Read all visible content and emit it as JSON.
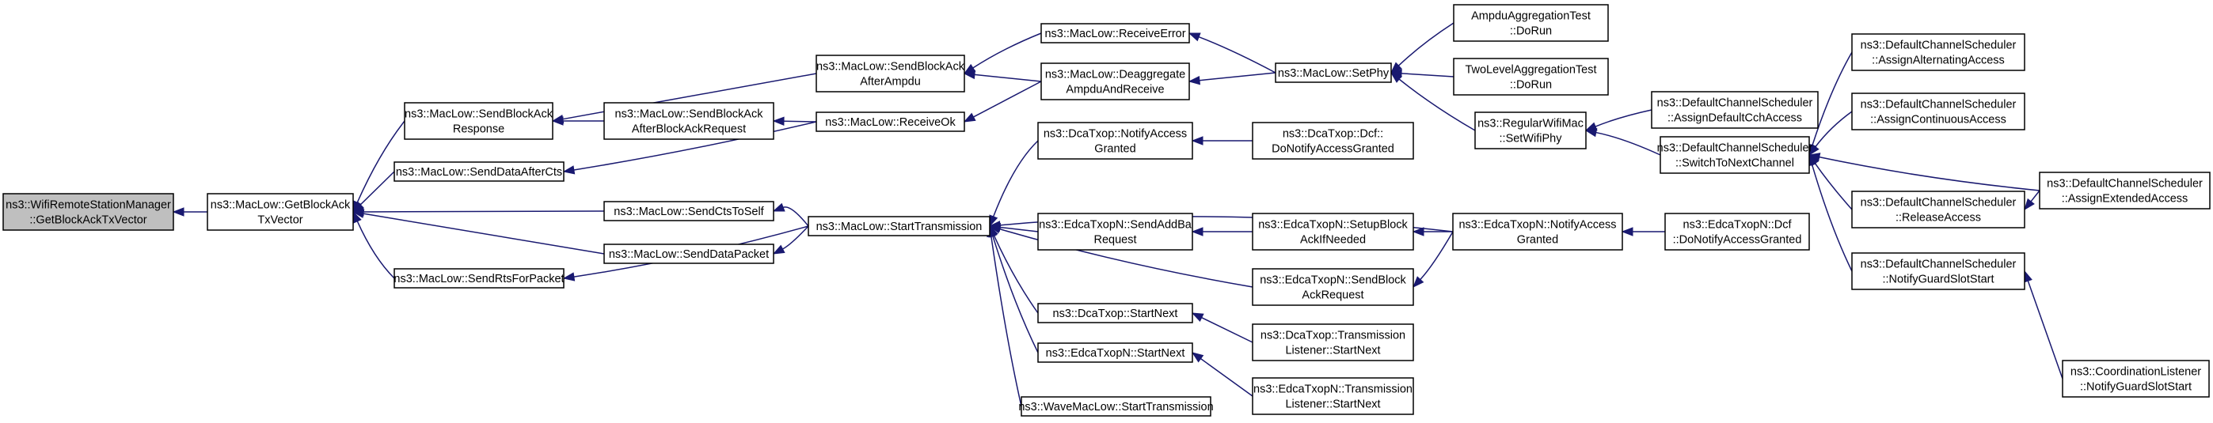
{
  "diagram": {
    "type": "call-graph",
    "colors": {
      "edge": "#191970",
      "node_border": "#000000",
      "root_fill": "#bfbfbf",
      "node_fill": "#ffffff"
    },
    "nodes": [
      {
        "id": "n0",
        "lines": [
          "ns3::WifiRemoteStationManager",
          "::GetBlockAckTxVector"
        ]
      },
      {
        "id": "n1",
        "lines": [
          "ns3::MacLow::GetBlockAck",
          "TxVector"
        ]
      },
      {
        "id": "n2",
        "lines": [
          "ns3::MacLow::SendBlockAck",
          "Response"
        ]
      },
      {
        "id": "n3",
        "lines": [
          "ns3::MacLow::SendDataAfterCts"
        ]
      },
      {
        "id": "n4",
        "lines": [
          "ns3::MacLow::SendCtsToSelf"
        ]
      },
      {
        "id": "n5",
        "lines": [
          "ns3::MacLow::SendDataPacket"
        ]
      },
      {
        "id": "n6",
        "lines": [
          "ns3::MacLow::SendRtsForPacket"
        ]
      },
      {
        "id": "n7",
        "lines": [
          "ns3::MacLow::SendBlockAck",
          "AfterAmpdu"
        ]
      },
      {
        "id": "n8",
        "lines": [
          "ns3::MacLow::SendBlockAck",
          "AfterBlockAckRequest"
        ]
      },
      {
        "id": "n9",
        "lines": [
          "ns3::MacLow::ReceiveOk"
        ]
      },
      {
        "id": "n10",
        "lines": [
          "ns3::MacLow::StartTransmission"
        ]
      },
      {
        "id": "n11",
        "lines": [
          "ns3::MacLow::ReceiveError"
        ]
      },
      {
        "id": "n12",
        "lines": [
          "ns3::MacLow::Deaggregate",
          "AmpduAndReceive"
        ]
      },
      {
        "id": "n13",
        "lines": [
          "ns3::DcaTxop::NotifyAccess",
          "Granted"
        ]
      },
      {
        "id": "n14",
        "lines": [
          "ns3::EdcaTxopN::SendAddBa",
          "Request"
        ]
      },
      {
        "id": "n15",
        "lines": [
          "ns3::DcaTxop::StartNext"
        ]
      },
      {
        "id": "n16",
        "lines": [
          "ns3::EdcaTxopN::StartNext"
        ]
      },
      {
        "id": "n17",
        "lines": [
          "ns3::WaveMacLow::StartTransmission"
        ]
      },
      {
        "id": "n18",
        "lines": [
          "ns3::MacLow::SetPhy"
        ]
      },
      {
        "id": "n19",
        "lines": [
          "ns3::DcaTxop::Dcf::",
          "DoNotifyAccessGranted"
        ]
      },
      {
        "id": "n20",
        "lines": [
          "ns3::EdcaTxopN::SetupBlock",
          "AckIfNeeded"
        ]
      },
      {
        "id": "n21",
        "lines": [
          "ns3::EdcaTxopN::SendBlock",
          "AckRequest"
        ]
      },
      {
        "id": "n22",
        "lines": [
          "ns3::DcaTxop::Transmission",
          "Listener::StartNext"
        ]
      },
      {
        "id": "n23",
        "lines": [
          "ns3::EdcaTxopN::Transmission",
          "Listener::StartNext"
        ]
      },
      {
        "id": "n24",
        "lines": [
          "AmpduAggregationTest",
          "::DoRun"
        ]
      },
      {
        "id": "n25",
        "lines": [
          "TwoLevelAggregationTest",
          "::DoRun"
        ]
      },
      {
        "id": "n26",
        "lines": [
          "ns3::RegularWifiMac",
          "::SetWifiPhy"
        ]
      },
      {
        "id": "n27",
        "lines": [
          "ns3::EdcaTxopN::NotifyAccess",
          "Granted"
        ]
      },
      {
        "id": "n28",
        "lines": [
          "ns3::DefaultChannelScheduler",
          "::AssignDefaultCchAccess"
        ]
      },
      {
        "id": "n29",
        "lines": [
          "ns3::DefaultChannelScheduler",
          "::SwitchToNextChannel"
        ]
      },
      {
        "id": "n30",
        "lines": [
          "ns3::EdcaTxopN::Dcf",
          "::DoNotifyAccessGranted"
        ]
      },
      {
        "id": "n31",
        "lines": [
          "ns3::DefaultChannelScheduler",
          "::AssignAlternatingAccess"
        ]
      },
      {
        "id": "n32",
        "lines": [
          "ns3::DefaultChannelScheduler",
          "::AssignContinuousAccess"
        ]
      },
      {
        "id": "n33",
        "lines": [
          "ns3::DefaultChannelScheduler",
          "::ReleaseAccess"
        ]
      },
      {
        "id": "n34",
        "lines": [
          "ns3::DefaultChannelScheduler",
          "::NotifyGuardSlotStart"
        ]
      },
      {
        "id": "n35",
        "lines": [
          "ns3::DefaultChannelScheduler",
          "::AssignExtendedAccess"
        ]
      },
      {
        "id": "n36",
        "lines": [
          "ns3::CoordinationListener",
          "::NotifyGuardSlotStart"
        ]
      }
    ],
    "edges": [
      [
        "n1",
        "n0"
      ],
      [
        "n2",
        "n1"
      ],
      [
        "n3",
        "n1"
      ],
      [
        "n4",
        "n1"
      ],
      [
        "n5",
        "n1"
      ],
      [
        "n6",
        "n1"
      ],
      [
        "n7",
        "n2"
      ],
      [
        "n8",
        "n2"
      ],
      [
        "n9",
        "n3"
      ],
      [
        "n10",
        "n4"
      ],
      [
        "n10",
        "n5"
      ],
      [
        "n10",
        "n6"
      ],
      [
        "n12",
        "n7"
      ],
      [
        "n9",
        "n8"
      ],
      [
        "n12",
        "n9"
      ],
      [
        "n11",
        "n7"
      ],
      [
        "n13",
        "n10"
      ],
      [
        "n14",
        "n10"
      ],
      [
        "n15",
        "n10"
      ],
      [
        "n16",
        "n10"
      ],
      [
        "n17",
        "n10"
      ],
      [
        "n21",
        "n10"
      ],
      [
        "n27",
        "n10"
      ],
      [
        "n18",
        "n11"
      ],
      [
        "n18",
        "n12"
      ],
      [
        "n19",
        "n13"
      ],
      [
        "n20",
        "n14"
      ],
      [
        "n22",
        "n15"
      ],
      [
        "n23",
        "n16"
      ],
      [
        "n24",
        "n18"
      ],
      [
        "n25",
        "n18"
      ],
      [
        "n26",
        "n18"
      ],
      [
        "n27",
        "n20"
      ],
      [
        "n27",
        "n21"
      ],
      [
        "n30",
        "n27"
      ],
      [
        "n28",
        "n26"
      ],
      [
        "n29",
        "n26"
      ],
      [
        "n31",
        "n29"
      ],
      [
        "n32",
        "n29"
      ],
      [
        "n33",
        "n29"
      ],
      [
        "n34",
        "n29"
      ],
      [
        "n35",
        "n29"
      ],
      [
        "n35",
        "n33"
      ],
      [
        "n36",
        "n34"
      ]
    ]
  }
}
